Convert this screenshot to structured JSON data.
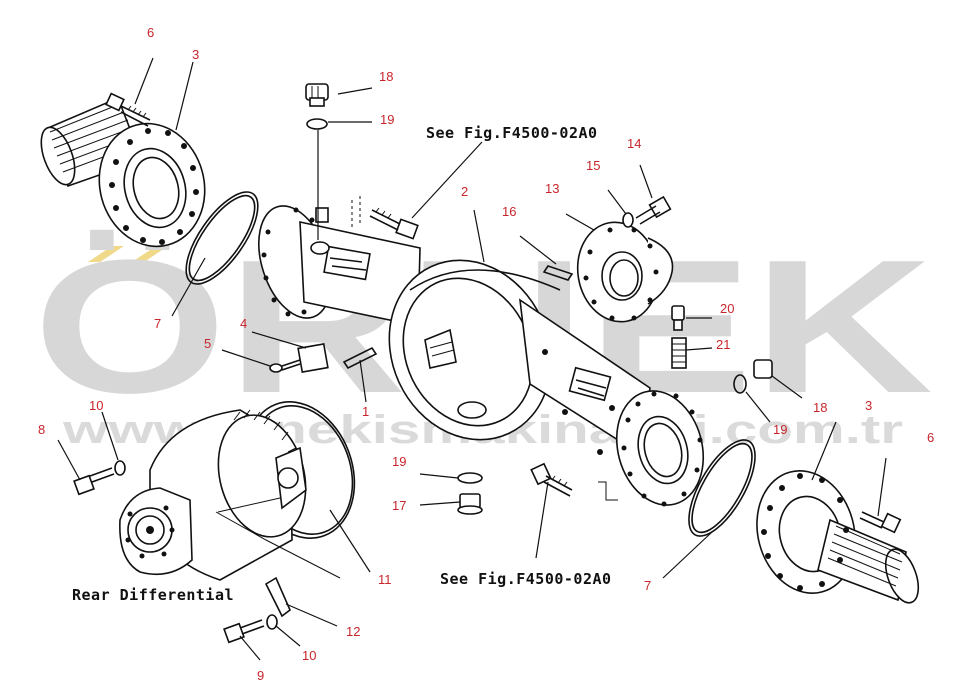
{
  "watermark": {
    "brand": "ÖRNEK",
    "url": "www.ornekismakinalari.com.tr"
  },
  "references": {
    "upper": "See Fig.F4500-02A0",
    "lower": "See Fig.F4500-02A0",
    "assembly": "Rear Differential"
  },
  "callouts": [
    "1",
    "2",
    "3",
    "4",
    "5",
    "6",
    "7",
    "8",
    "9",
    "10",
    "11",
    "12",
    "13",
    "14",
    "15",
    "16",
    "17",
    "18",
    "19",
    "20",
    "21"
  ],
  "labels": {
    "n1": "1",
    "n2": "2",
    "n3a": "3",
    "n3b": "3",
    "n4": "4",
    "n5": "5",
    "n6a": "6",
    "n6b": "6",
    "n7a": "7",
    "n7b": "7",
    "n8": "8",
    "n9": "9",
    "n10a": "10",
    "n10b": "10",
    "n11": "11",
    "n12": "12",
    "n13": "13",
    "n14": "14",
    "n15": "15",
    "n16": "16",
    "n17": "17",
    "n18a": "18",
    "n18b": "18",
    "n19a": "19",
    "n19b": "19",
    "n19c": "19",
    "n20": "20",
    "n21": "21"
  },
  "colors": {
    "callout": "#c8262c",
    "linework": "#111111",
    "watermark": "#d7d7d7",
    "watermark_accent": "#f1d98a"
  }
}
